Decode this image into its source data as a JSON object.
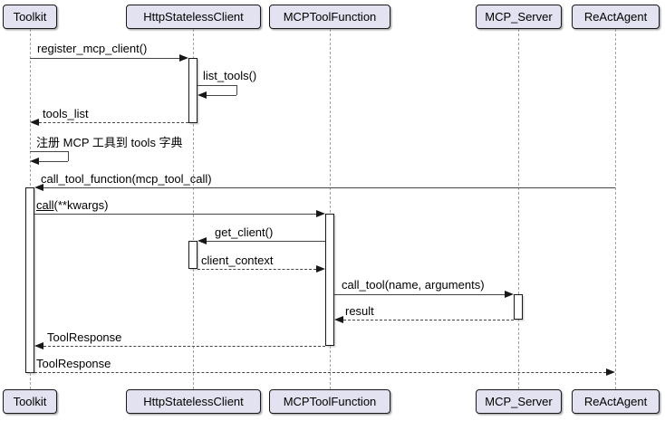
{
  "participants": [
    {
      "name": "Toolkit"
    },
    {
      "name": "HttpStatelessClient"
    },
    {
      "name": "MCPToolFunction"
    },
    {
      "name": "MCP_Server"
    },
    {
      "name": "ReActAgent"
    }
  ],
  "messages": [
    {
      "label": "register_mcp_client()",
      "from": "Toolkit",
      "to": "HttpStatelessClient",
      "line": "solid"
    },
    {
      "label": "list_tools()",
      "from": "HttpStatelessClient",
      "to": "HttpStatelessClient",
      "line": "solid-self"
    },
    {
      "label": "tools_list",
      "from": "HttpStatelessClient",
      "to": "Toolkit",
      "line": "dashed"
    },
    {
      "label": "注册 MCP 工具到 tools 字典",
      "from": "Toolkit",
      "to": "Toolkit",
      "line": "solid-self"
    },
    {
      "label": "call_tool_function(mcp_tool_call)",
      "from": "ReActAgent",
      "to": "Toolkit",
      "line": "solid"
    },
    {
      "label_underlined": "call",
      "label_suffix": "(**kwargs)",
      "from": "Toolkit",
      "to": "MCPToolFunction",
      "line": "solid"
    },
    {
      "label": "get_client()",
      "from": "MCPToolFunction",
      "to": "HttpStatelessClient",
      "line": "solid"
    },
    {
      "label": "client_context",
      "from": "HttpStatelessClient",
      "to": "MCPToolFunction",
      "line": "dashed"
    },
    {
      "label": "call_tool(name, arguments)",
      "from": "MCPToolFunction",
      "to": "MCP_Server",
      "line": "solid"
    },
    {
      "label": "result",
      "from": "MCP_Server",
      "to": "MCPToolFunction",
      "line": "dashed"
    },
    {
      "label": "ToolResponse",
      "from": "MCPToolFunction",
      "to": "Toolkit",
      "line": "dashed"
    },
    {
      "label": "ToolResponse",
      "from": "Toolkit",
      "to": "ReActAgent",
      "line": "dashed"
    }
  ],
  "colors": {
    "participant_fill": "#E2E2F0",
    "participant_border": "#181818",
    "lifeline": "#A5A2AB",
    "arrow": "#181818",
    "activation_fill": "#FFFFFF",
    "background": "#FFFFFF"
  }
}
